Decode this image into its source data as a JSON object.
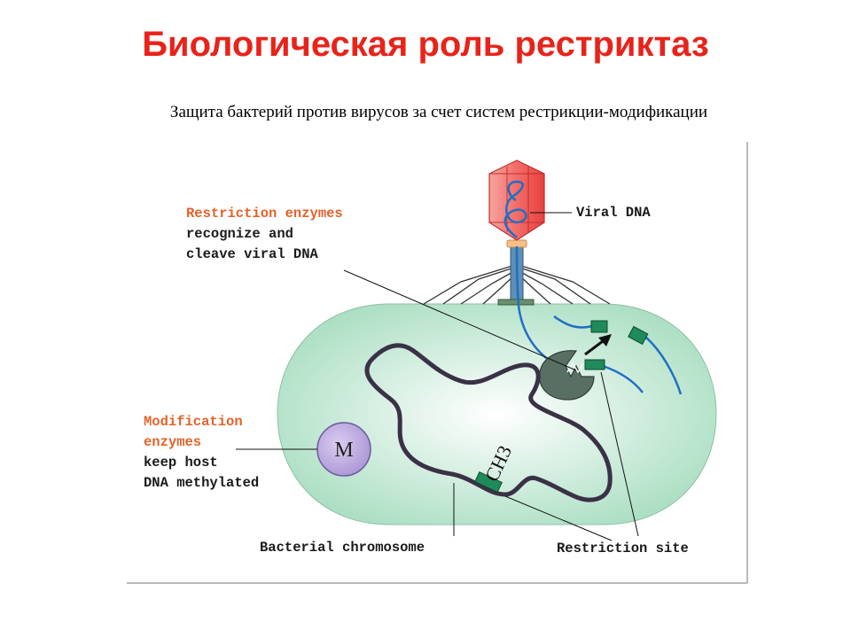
{
  "title": "Биологическая роль рестриктаз",
  "subtitle": "Защита бактерий против вирусов за счет систем рестрикции-модификации",
  "labels": {
    "restriction_line1": "Restriction enzymes",
    "restriction_line2": "recognize and",
    "restriction_line3": "cleave viral DNA",
    "viral_dna": "Viral DNA",
    "modification_line1": "Modification",
    "modification_line2": "enzymes",
    "modification_line3": "keep host",
    "modification_line4": "DNA methylated",
    "bacterial_chromosome": "Bacterial chromosome",
    "restriction_site": "Restriction site",
    "methyl_group": "CH3",
    "m_enzyme": "M"
  },
  "colors": {
    "title": "#e8231a",
    "highlight_label": "#e5622a",
    "cell_fill": "#a7ddc0",
    "dna_blue": "#1f6fc4",
    "chromosome": "#3a3147",
    "site_green": "#1f8a5a",
    "phage_red": "#f05a5a",
    "m_enzyme": "#b7a4d9",
    "r_enzyme": "#5a6f63"
  }
}
